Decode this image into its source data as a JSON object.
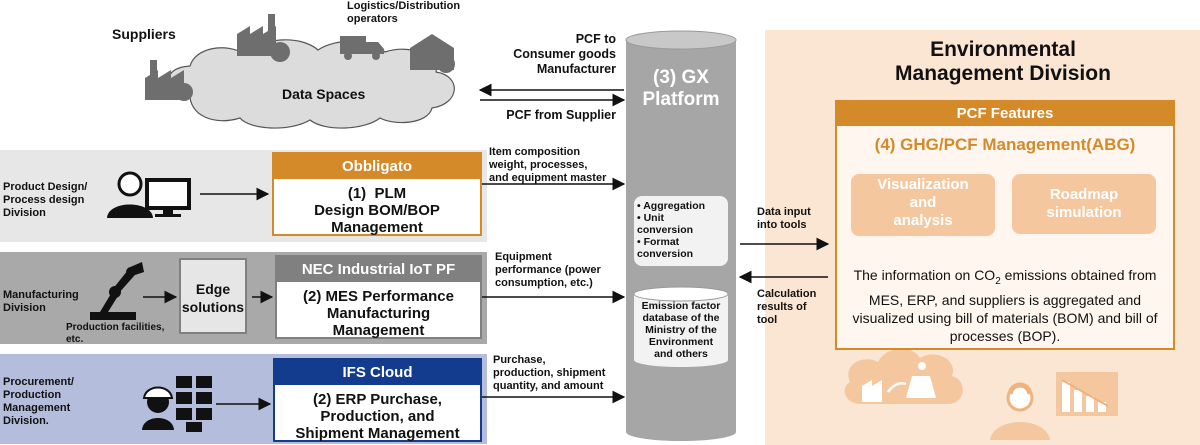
{
  "suppliers": {
    "label": "Suppliers",
    "logistics_label": "Logistics/Distribution\noperators",
    "cloud_label": "Data Spaces"
  },
  "flows": {
    "pcf_to_consumer": "PCF to\nConsumer goods\nManufacturer",
    "pcf_from_supplier": "PCF from Supplier",
    "plm_to_platform": "Item composition\nweight, processes,\nand equipment master",
    "mes_to_platform": "Equipment\nperformance (power\nconsumption, etc.)",
    "erp_to_platform": "Purchase,\nproduction, shipment\nquantity, and amount",
    "data_input": "Data input\ninto tools",
    "calc_results": "Calculation\nresults of\ntool"
  },
  "rows": {
    "design": {
      "division": "Product Design/\nProcess design\nDivision",
      "system_header": "Obbligato",
      "system_body": "(1)  PLM\nDesign BOM/BOP\nManagement",
      "header_color": "#d58a2a"
    },
    "manufacturing": {
      "division": "Manufacturing\nDivision",
      "facility_note": "Production facilities,\netc.",
      "edge_label": "Edge\nsolutions",
      "system_header": "NEC Industrial IoT PF",
      "system_body": "(2) MES Performance\nManufacturing\nManagement",
      "header_color": "#808080"
    },
    "procurement": {
      "division": "Procurement/\nProduction\nManagement\nDivision.",
      "system_header": "IFS Cloud",
      "system_body": "(2) ERP Purchase,\nProduction, and\nShipment Management",
      "header_color": "#133c8e"
    }
  },
  "platform": {
    "title": "(3) GX\nPlatform",
    "functions": [
      "Aggregation",
      "Unit\nconversion",
      "Format\nconversion"
    ],
    "database": "Emission factor\ndatabase of the\nMinistry of the\nEnvironment\nand others",
    "color": "#a6a6a6"
  },
  "environment": {
    "title": "Environmental\nManagement Division",
    "panel_color": "#fbe6d3",
    "pcf_header": "PCF Features",
    "ghg_title": "(4) GHG/PCF Management(ABG)",
    "feature_1": "Visualization\nand\nanalysis",
    "feature_2": "Roadmap\nsimulation",
    "description_before": "The information on CO",
    "description_sub": "2",
    "description_after": " emissions obtained from MES, ERP, and suppliers is aggregated and visualized using bill of materials (BOM) and bill of processes (BOP).",
    "accent_color": "#d58a2a"
  }
}
